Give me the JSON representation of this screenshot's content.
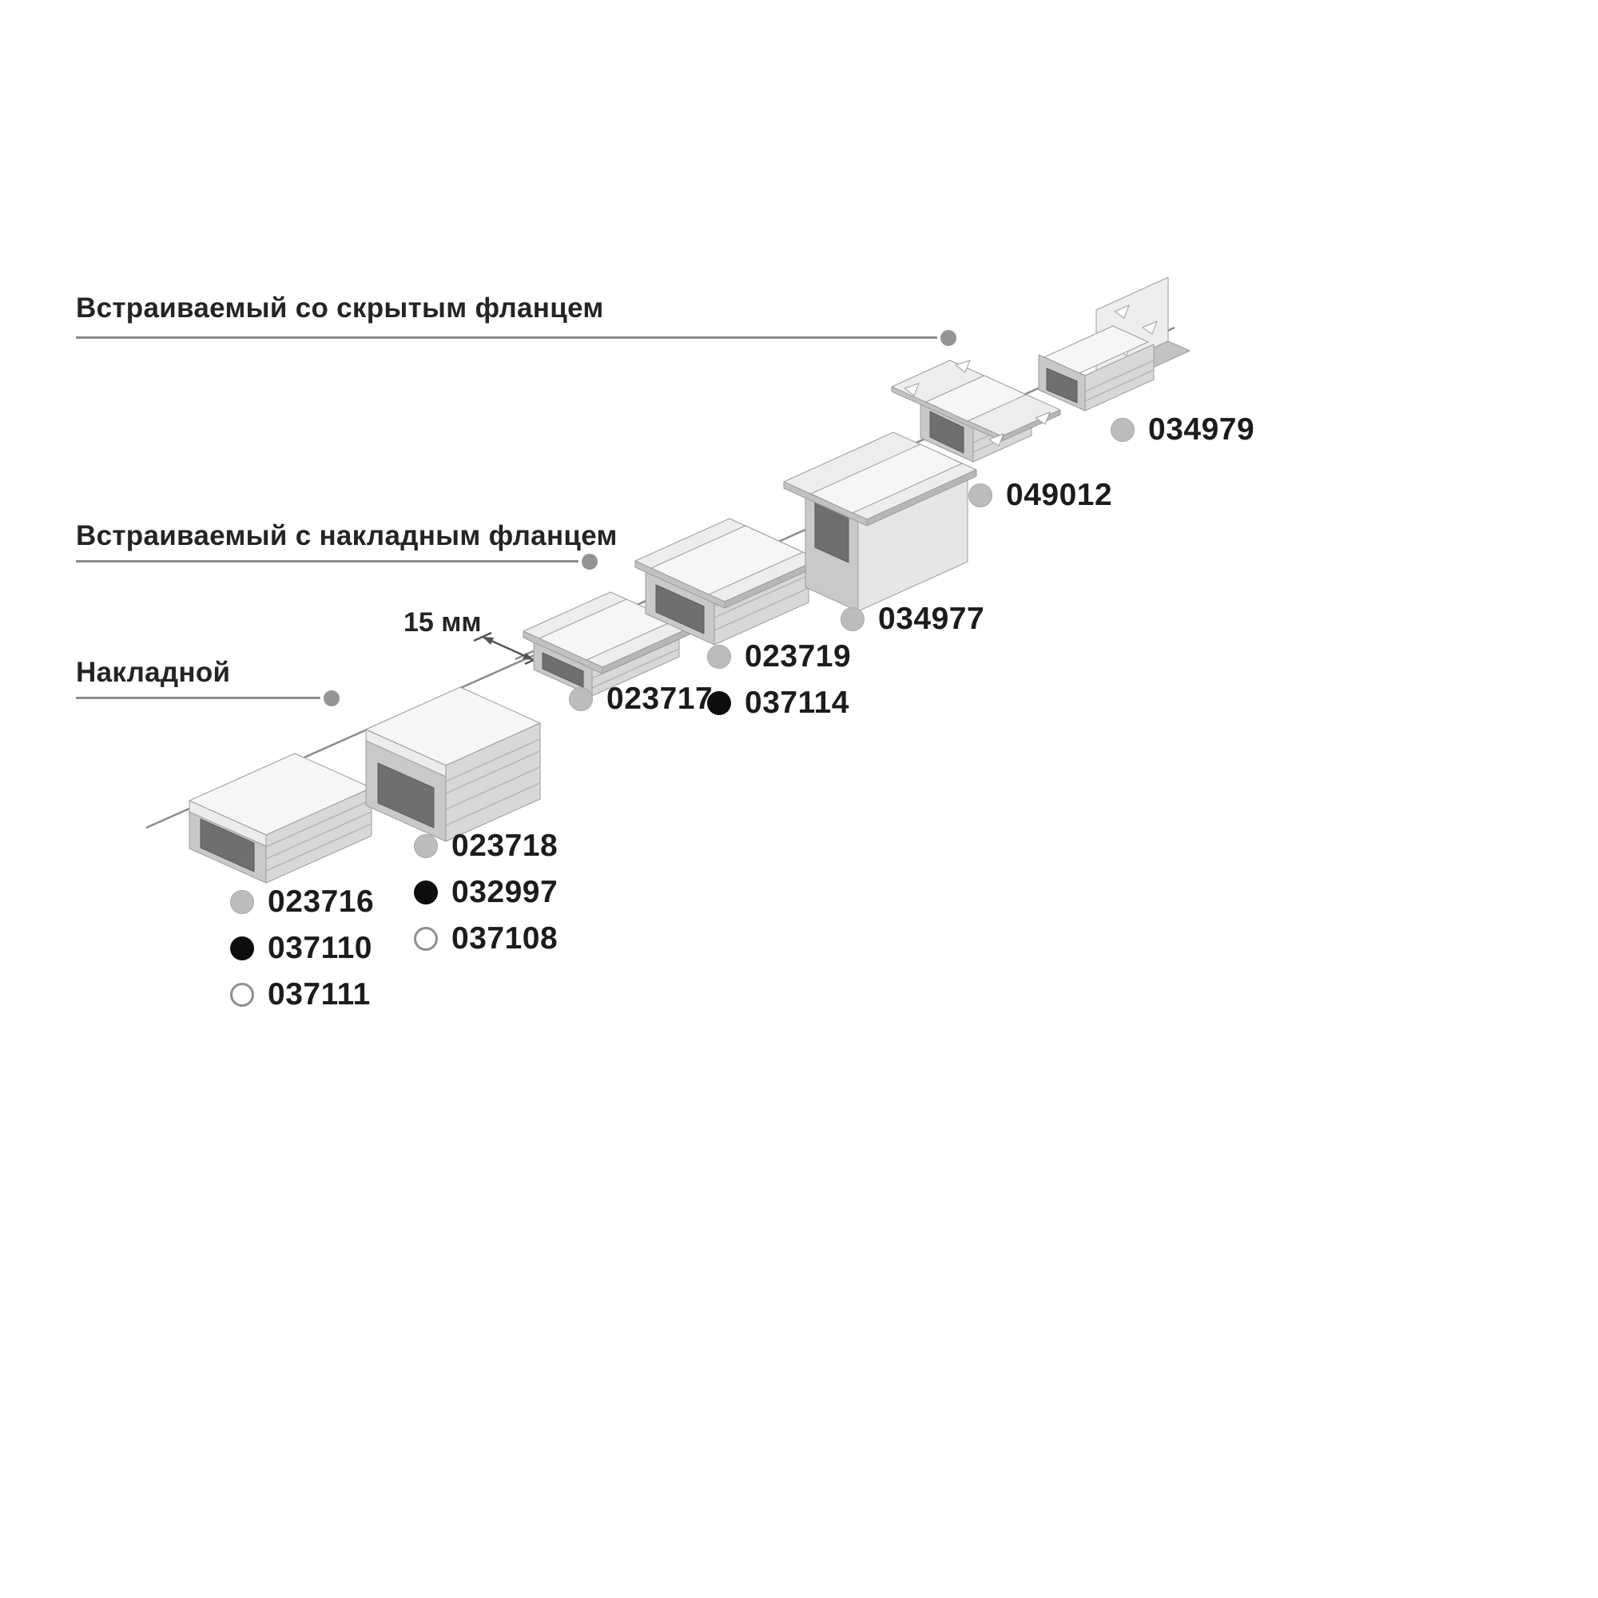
{
  "diagram": {
    "categories": [
      {
        "label": "Встраиваемый со скрытым фланцем"
      },
      {
        "label": "Встраиваемый с накладным фланцем"
      },
      {
        "label": "Накладной"
      }
    ],
    "dimension_label": "15 мм",
    "code_groups": [
      {
        "name": "surface-wide",
        "items": [
          {
            "code": "023716",
            "dot": "gray"
          },
          {
            "code": "037110",
            "dot": "black"
          },
          {
            "code": "037111",
            "dot": "white"
          }
        ]
      },
      {
        "name": "surface-high",
        "items": [
          {
            "code": "023718",
            "dot": "gray"
          },
          {
            "code": "032997",
            "dot": "black"
          },
          {
            "code": "037108",
            "dot": "white"
          }
        ]
      },
      {
        "name": "recessed-slim",
        "items": [
          {
            "code": "023717",
            "dot": "gray"
          }
        ]
      },
      {
        "name": "recessed-medium",
        "items": [
          {
            "code": "023719",
            "dot": "gray"
          },
          {
            "code": "037114",
            "dot": "black"
          }
        ]
      },
      {
        "name": "recessed-deep",
        "items": [
          {
            "code": "034977",
            "dot": "gray"
          }
        ]
      },
      {
        "name": "hidden-flange",
        "items": [
          {
            "code": "049012",
            "dot": "gray"
          }
        ]
      },
      {
        "name": "hidden-flange-corner",
        "items": [
          {
            "code": "034979",
            "dot": "gray"
          }
        ]
      }
    ],
    "colors": {
      "text": "#242424",
      "guide_line": "#8c8c8c",
      "dot_gray": "#bcbcbc",
      "dot_black": "#0d0d0d",
      "dot_white": "#ffffff",
      "profile_body": "#d8d8d8",
      "profile_cover": "#f6f6f6"
    }
  }
}
